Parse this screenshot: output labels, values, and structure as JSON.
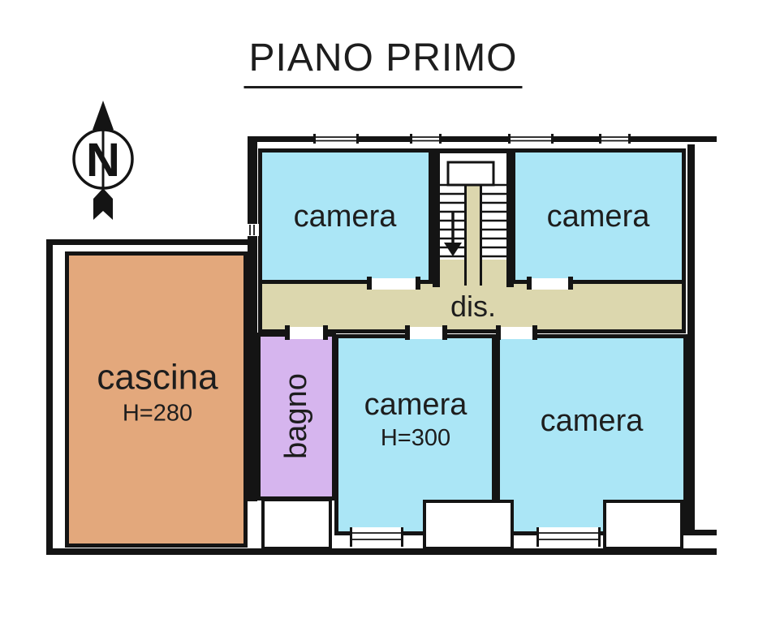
{
  "title": "PIANO PRIMO",
  "compass": {
    "north_label": "N"
  },
  "rooms": {
    "camera_top_left": {
      "label": "camera"
    },
    "camera_top_right": {
      "label": "camera"
    },
    "cascina": {
      "label": "cascina",
      "height_note": "H=280"
    },
    "bagno": {
      "label": "bagno"
    },
    "camera_bottom_middle": {
      "label": "camera",
      "height_note": "H=300"
    },
    "camera_bottom_right": {
      "label": "camera"
    },
    "corridor": {
      "label": "dis."
    }
  },
  "colors": {
    "room_blue": "#abe6f6",
    "room_olive": "#dcd7ae",
    "room_orange": "#e3a87c",
    "room_purple": "#d6b5ee",
    "wall": "#141414",
    "ink": "#1d1d1d",
    "background": "#ffffff"
  }
}
